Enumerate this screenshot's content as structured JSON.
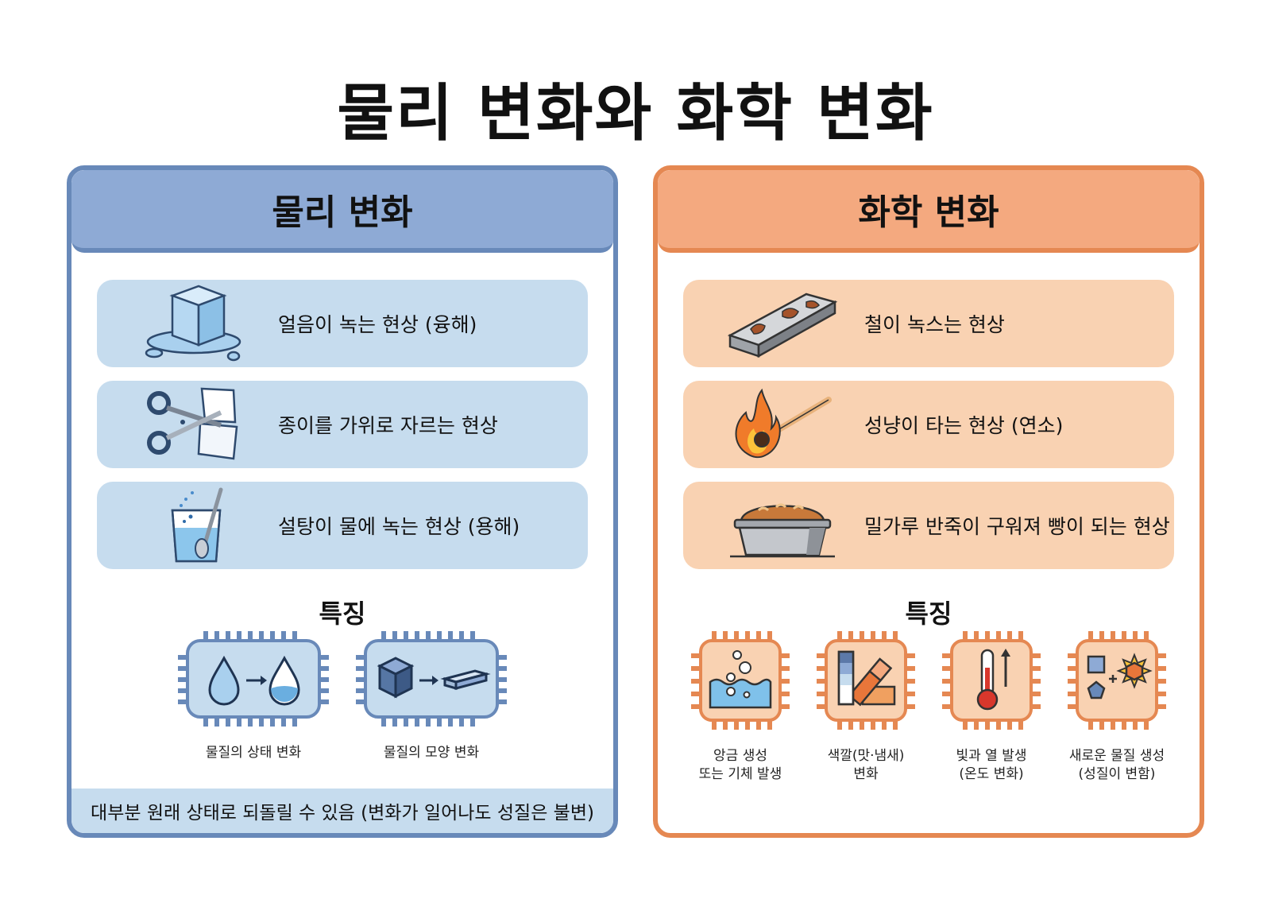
{
  "title": "물리 변화와 화학 변화",
  "physical": {
    "header": "물리 변화",
    "examples": [
      {
        "label": "얼음이 녹는 현상 (융해)",
        "icon": "ice-cube-icon"
      },
      {
        "label": "종이를 가위로 자르는 현상",
        "icon": "scissors-paper-icon"
      },
      {
        "label": "설탕이 물에 녹는 현상 (용해)",
        "icon": "sugar-water-icon"
      }
    ],
    "features_title": "특징",
    "features": [
      {
        "label": "물질의 상태 변화",
        "icon": "water-drop-change-icon"
      },
      {
        "label": "물질의 모양 변화",
        "icon": "shape-change-icon"
      }
    ],
    "note": "대부분 원래 상태로 되돌릴 수 있음 (변화가 일어나도 성질은 불변)"
  },
  "chemical": {
    "header": "화학 변화",
    "examples": [
      {
        "label": "철이 녹스는 현상",
        "icon": "rusty-iron-icon"
      },
      {
        "label": "성냥이 타는 현상 (연소)",
        "icon": "burning-match-icon"
      },
      {
        "label": "밀가루 반죽이 구워져 빵이 되는 현상",
        "icon": "bread-loaf-icon"
      }
    ],
    "features_title": "특징",
    "features": [
      {
        "label": "앙금 생성\n또는 기체 발생",
        "icon": "bubbles-icon"
      },
      {
        "label": "색깔(맛·냄새)\n변화",
        "icon": "color-swatch-icon"
      },
      {
        "label": "빛과 열 발생\n(온도 변화)",
        "icon": "thermometer-icon"
      },
      {
        "label": "새로운 물질 생성\n(성질이 변함)",
        "icon": "new-substance-icon"
      }
    ]
  },
  "colors": {
    "physical_border": "#6889b9",
    "physical_header": "#8eaad5",
    "physical_card": "#c6dcee",
    "chemical_border": "#e58852",
    "chemical_header": "#f4a97f",
    "chemical_card": "#f9d2b2"
  }
}
